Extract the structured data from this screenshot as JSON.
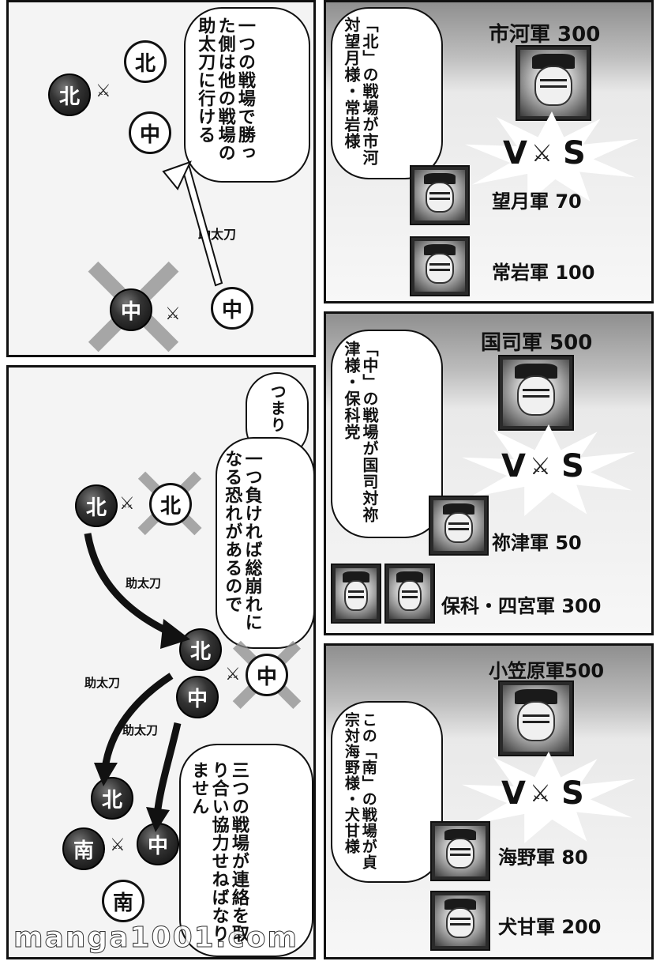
{
  "colors": {
    "ink": "#111111",
    "screentone": "#bdbdbd",
    "paper": "#ffffff"
  },
  "top_left_panel": {
    "speech": "一つの戦場で勝った側は他の戦場の助太刀に行ける",
    "tokens": [
      "北",
      "北",
      "中",
      "中",
      "中"
    ],
    "arrow_label": "助太刀"
  },
  "bottom_left_panel": {
    "speech_small": "つまり",
    "speech_main": "一つ負ければ総崩れになる恐れがあるので",
    "speech_bottom": "三つの戦場が連絡を取り合い協力せねばなりません",
    "tokens": [
      "北",
      "北",
      "北",
      "中",
      "中",
      "北",
      "南",
      "中",
      "南"
    ],
    "arrow_labels": [
      "助太刀",
      "助太刀",
      "助太刀"
    ]
  },
  "right_panels": [
    {
      "speech": "「北」の戦場が市河対望月様・常岩様",
      "top_army": "市河軍 300",
      "vs": [
        "V",
        "S"
      ],
      "armies": [
        "望月軍 70",
        "常岩軍 100"
      ]
    },
    {
      "speech": "「中」の戦場が国司対祢津様・保科党",
      "top_army": "国司軍 500",
      "vs": [
        "V",
        "S"
      ],
      "armies": [
        "祢津軍 50",
        "保科・四宮軍 300"
      ]
    },
    {
      "speech": "この「南」の戦場が貞宗対海野様・犬甘様",
      "top_army": "小笠原軍500",
      "vs": [
        "V",
        "S"
      ],
      "armies": [
        "海野軍 80",
        "犬甘軍 200"
      ]
    }
  ],
  "watermark": "manga1001.com"
}
